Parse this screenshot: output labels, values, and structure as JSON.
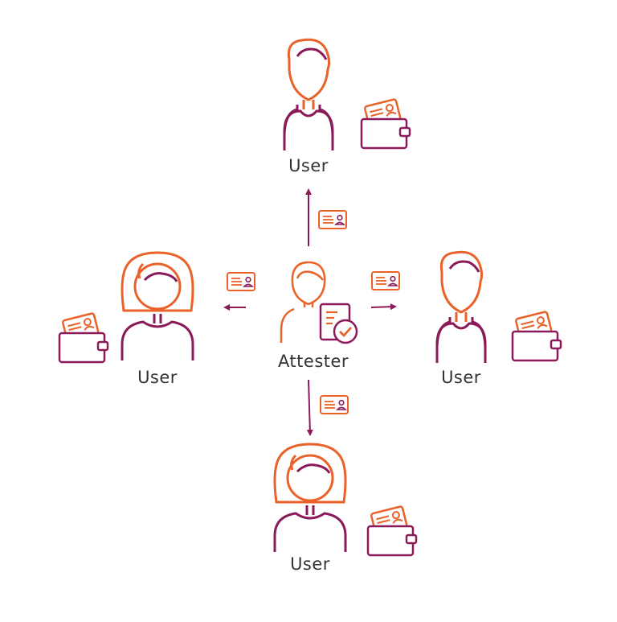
{
  "colors": {
    "orange": "#e8622a",
    "purple": "#8a1a5a",
    "background": "#ffffff",
    "text": "#333333"
  },
  "center": {
    "label": "Attester",
    "icon": "attester-with-certified-document-icon"
  },
  "users": [
    {
      "id": "top",
      "label": "User",
      "figure": "male",
      "icon": "user-male-icon"
    },
    {
      "id": "left",
      "label": "User",
      "figure": "female",
      "icon": "user-female-icon"
    },
    {
      "id": "right",
      "label": "User",
      "figure": "male",
      "icon": "user-male-icon"
    },
    {
      "id": "bottom",
      "label": "User",
      "figure": "female",
      "icon": "user-female-icon"
    }
  ],
  "items": {
    "credential": "credential-card-icon",
    "wallet": "wallet-with-credential-icon",
    "arrow": "arrow-icon"
  }
}
